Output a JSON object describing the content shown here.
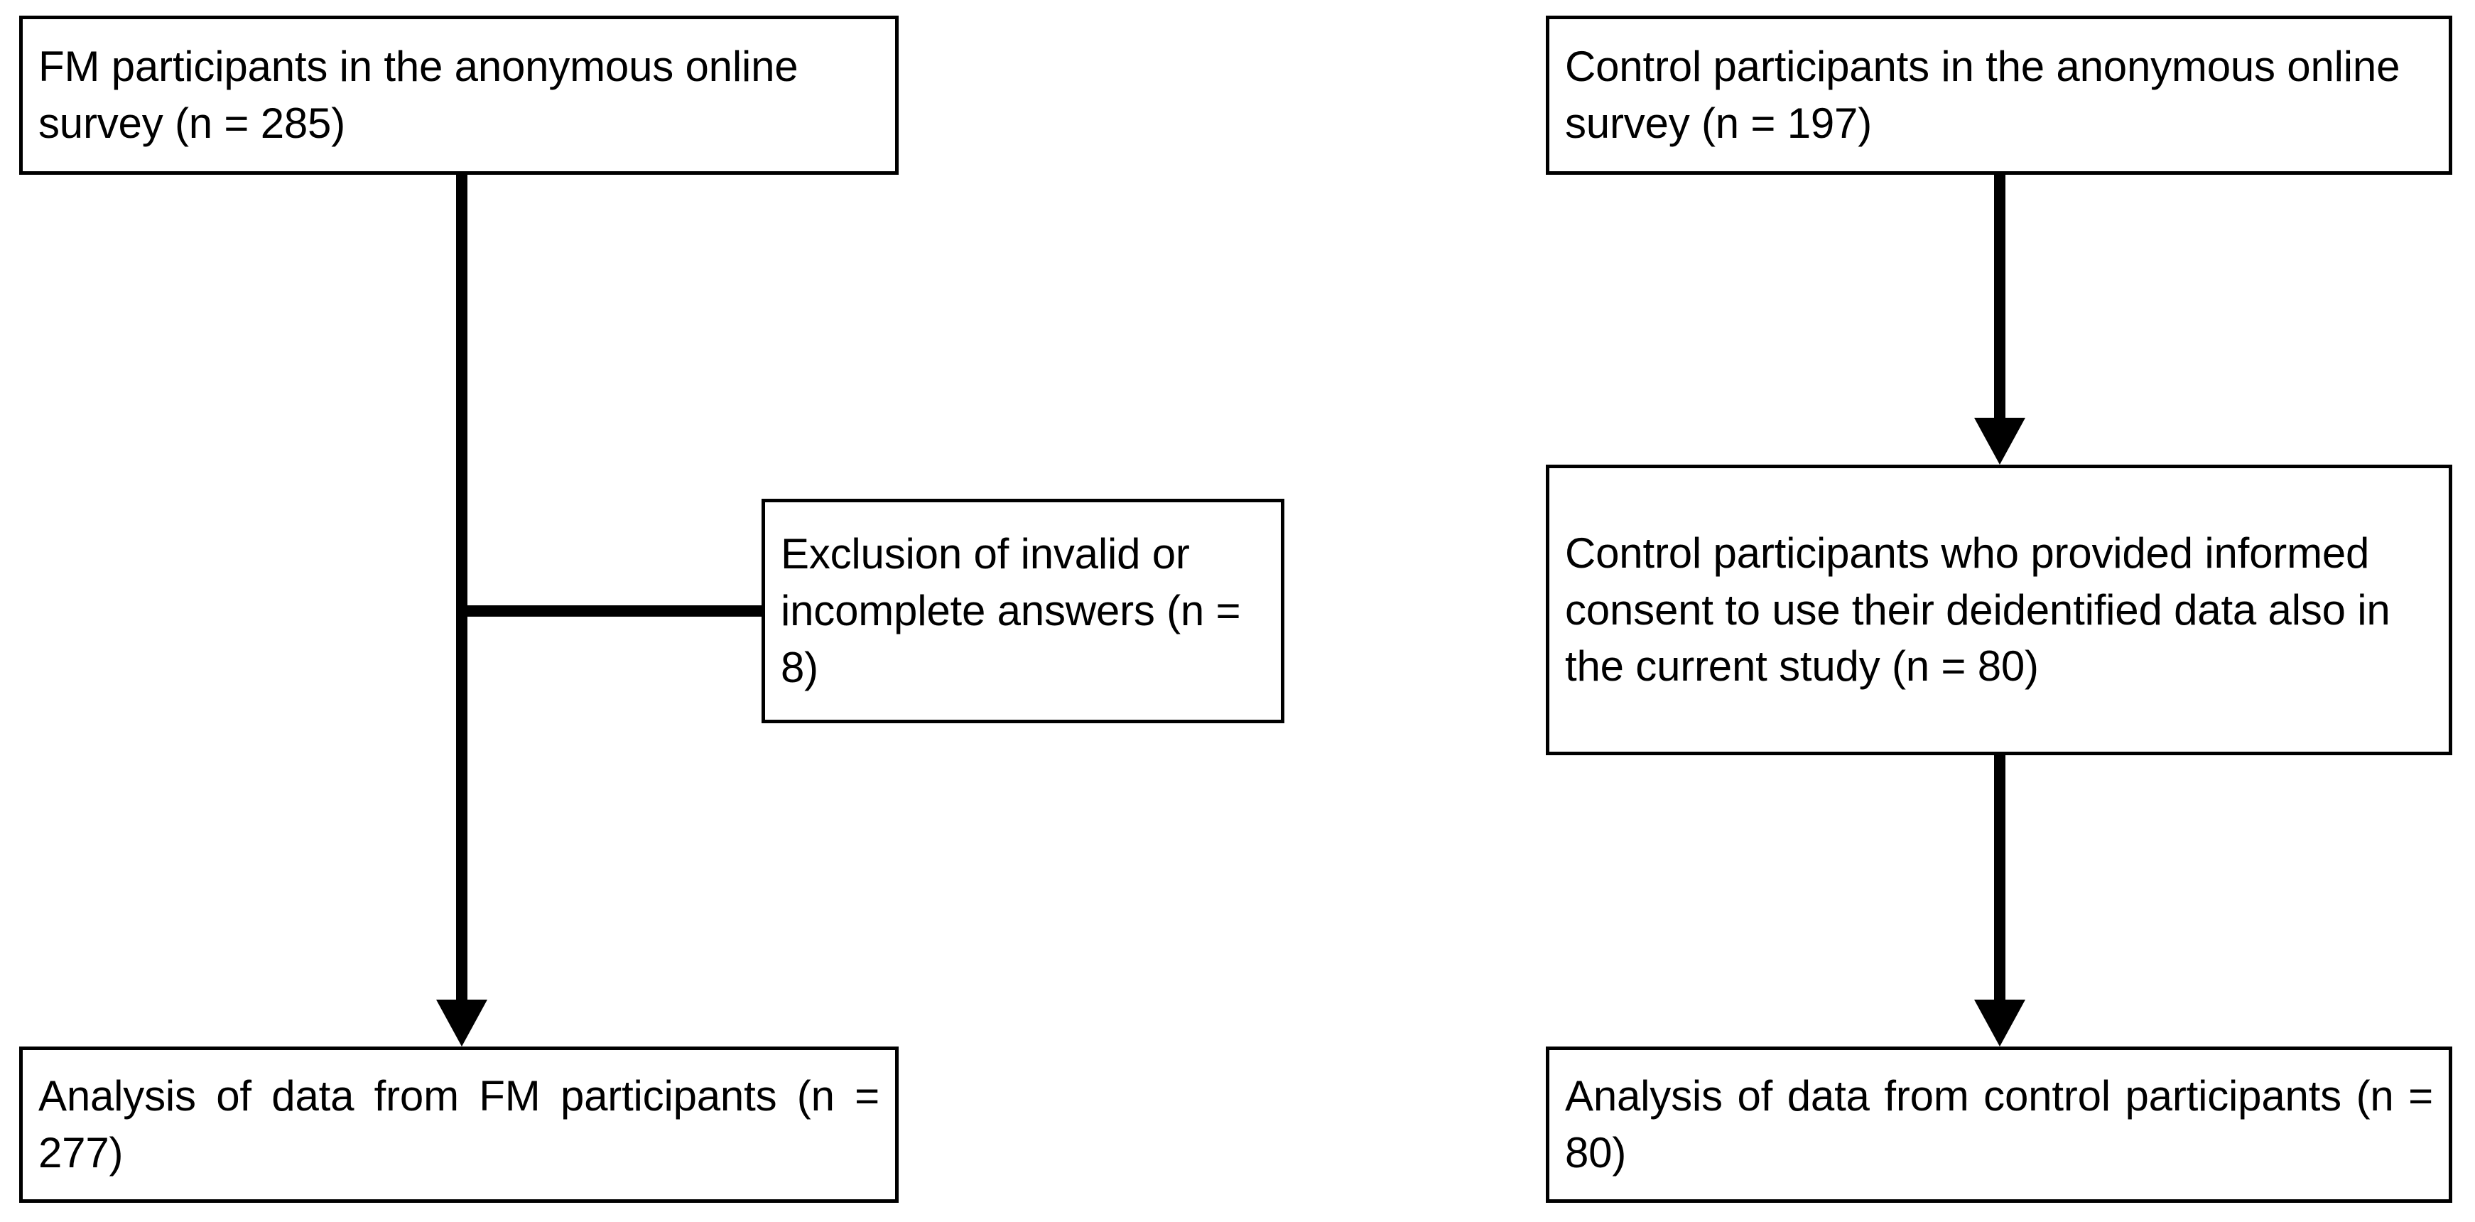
{
  "diagram": {
    "type": "participant-flow-chart",
    "boxes": {
      "fm_survey": {
        "label": "FM participants in the anonymous online survey (n = 285)",
        "n": 285
      },
      "control_survey": {
        "label": "Control participants in the anonymous online survey (n = 197)",
        "n": 197
      },
      "exclusion": {
        "label": "Exclusion of invalid or incomplete answers (n = 8)",
        "n": 8
      },
      "control_consent": {
        "label": "Control participants who provided informed consent to use their deidentified data also in the current study (n = 80)",
        "n": 80
      },
      "fm_analysis": {
        "label": "Analysis of data from FM participants (n = 277)",
        "n": 277
      },
      "control_analysis": {
        "label": "Analysis of data from control participants (n = 80)",
        "n": 80
      }
    },
    "connectors": [
      {
        "id": "fm-survey-to-fm-analysis",
        "from": "fm_survey",
        "to": "fm_analysis",
        "direction": "down"
      },
      {
        "id": "fm-survey-to-exclusion",
        "from": "fm_survey",
        "to": "exclusion",
        "direction": "right"
      },
      {
        "id": "control-survey-to-consent",
        "from": "control_survey",
        "to": "control_consent",
        "direction": "down"
      },
      {
        "id": "control-consent-to-analysis",
        "from": "control_consent",
        "to": "control_analysis",
        "direction": "down"
      }
    ],
    "colors": {
      "stroke": "#000000",
      "fill": "#ffffff",
      "text": "#000000"
    }
  }
}
